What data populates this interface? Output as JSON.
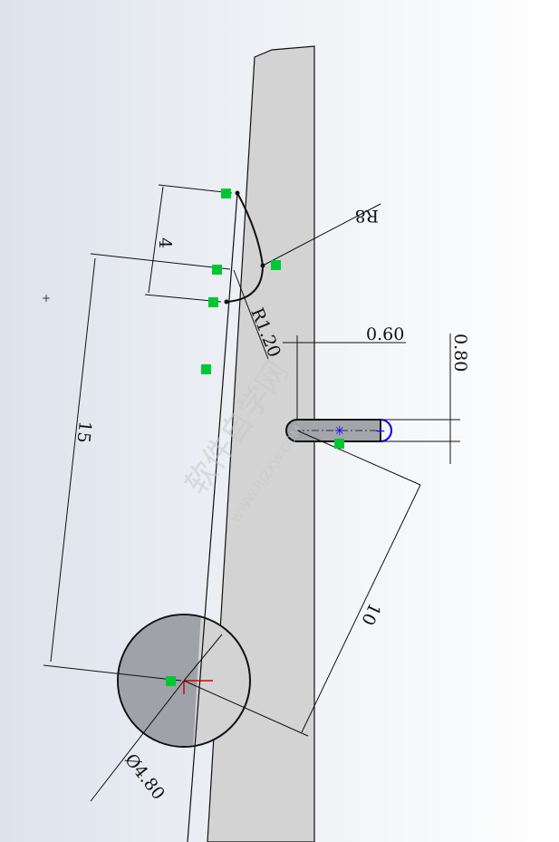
{
  "dimensions": {
    "d4": "4",
    "r8": "R8",
    "r120": "R1.20",
    "d060": "0.60",
    "d080": "0.80",
    "d15": "15",
    "d10": "10",
    "dia480": "Ø4.80"
  },
  "watermark": {
    "main": "软件自学网",
    "url": "WWW.RJZXW.COM"
  },
  "colors": {
    "part": "#d3d3d3",
    "relation_marker": "#00c832",
    "selected": "#0000ff",
    "origin": "#e00000"
  }
}
